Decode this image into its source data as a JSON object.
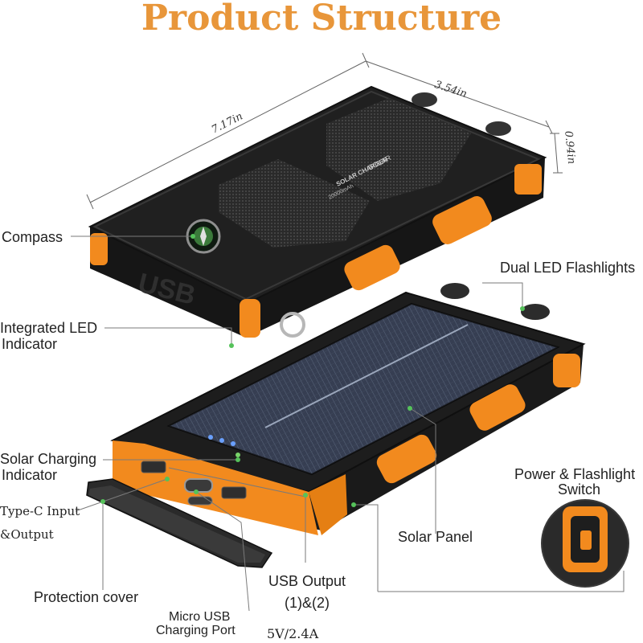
{
  "title": "Product Structure",
  "dimensions": {
    "length": "7.17in",
    "width": "3.54in",
    "thickness": "0.94in"
  },
  "device_print": {
    "solar_word": "SOLAR",
    "solar_charger": "SOLAR CHARGER",
    "capacity": "20000mAh",
    "usb_emboss": "USB"
  },
  "labels": {
    "compass": "Compass",
    "dual_led": "Dual LED Flashlights",
    "integrated_led_1": "Integrated LED",
    "integrated_led_2": "Indicator",
    "solar_charging_1": "Solar Charging",
    "solar_charging_2": "Indicator",
    "type_c_1": "Type-C Input",
    "type_c_2": "&Output",
    "solar_panel": "Solar Panel",
    "power_switch_1": "Power & Flashlight",
    "power_switch_2": "Switch",
    "protection_cover": "Protection cover",
    "usb_output_1": "USB Output",
    "usb_output_2": "(1)&(2)",
    "micro_usb_1": "Micro USB",
    "micro_usb_2": "Charging Port",
    "rating": "5V/2.4A"
  },
  "colors": {
    "accent_title": "#e8963a",
    "device_orange": "#f28a1e",
    "device_body": "#1c1c1c",
    "leader_green": "#55c25a"
  }
}
